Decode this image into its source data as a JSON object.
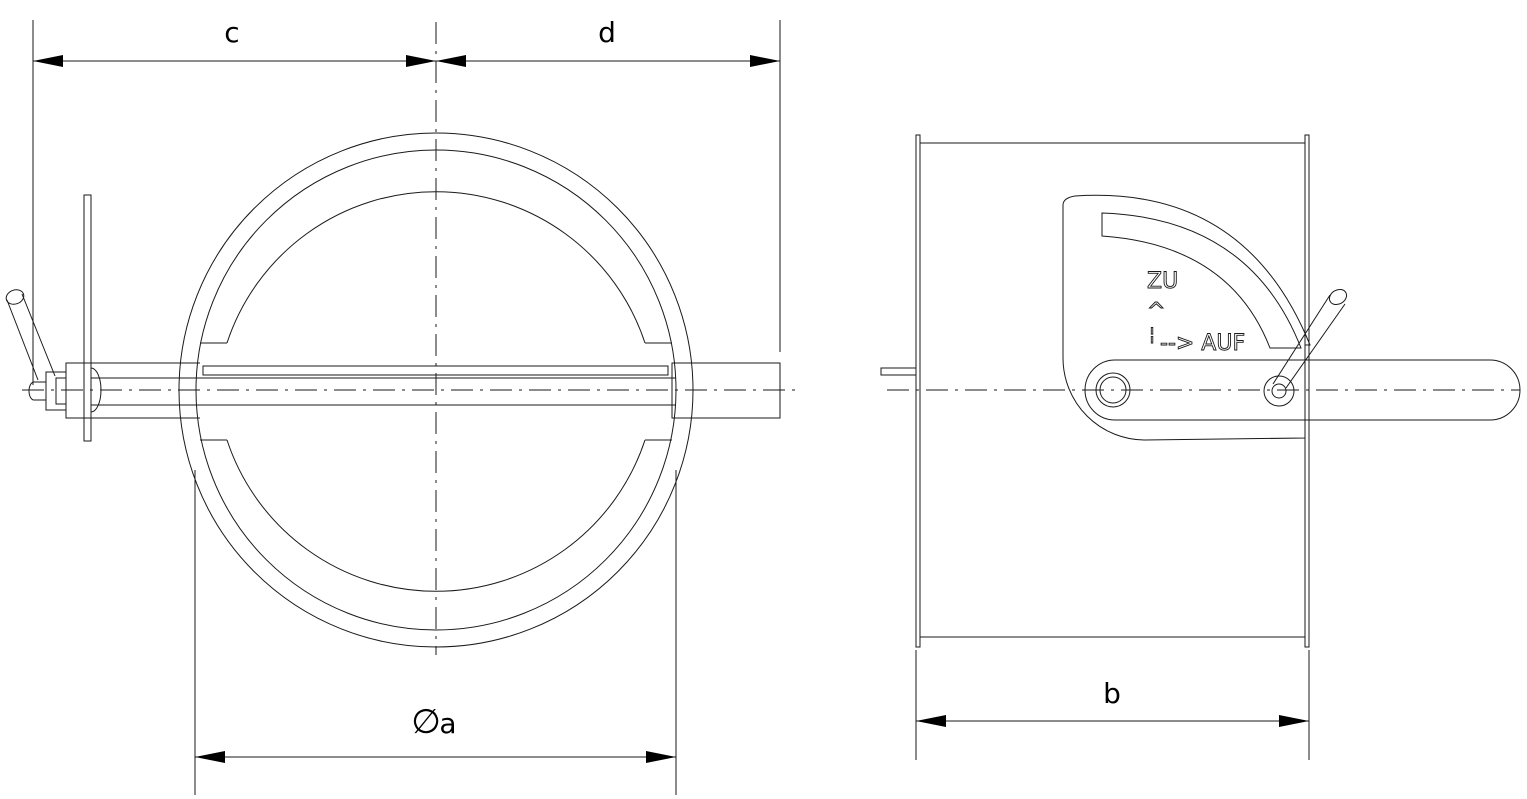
{
  "front_view": {
    "dim_c": "c",
    "dim_d": "d",
    "dim_a_symbol": "∅",
    "dim_a": "a"
  },
  "side_view": {
    "dim_b": "b",
    "label_zu": "ZU",
    "label_arrow_up": "^",
    "label_tick": "¦",
    "label_auf": "--> AUF"
  }
}
